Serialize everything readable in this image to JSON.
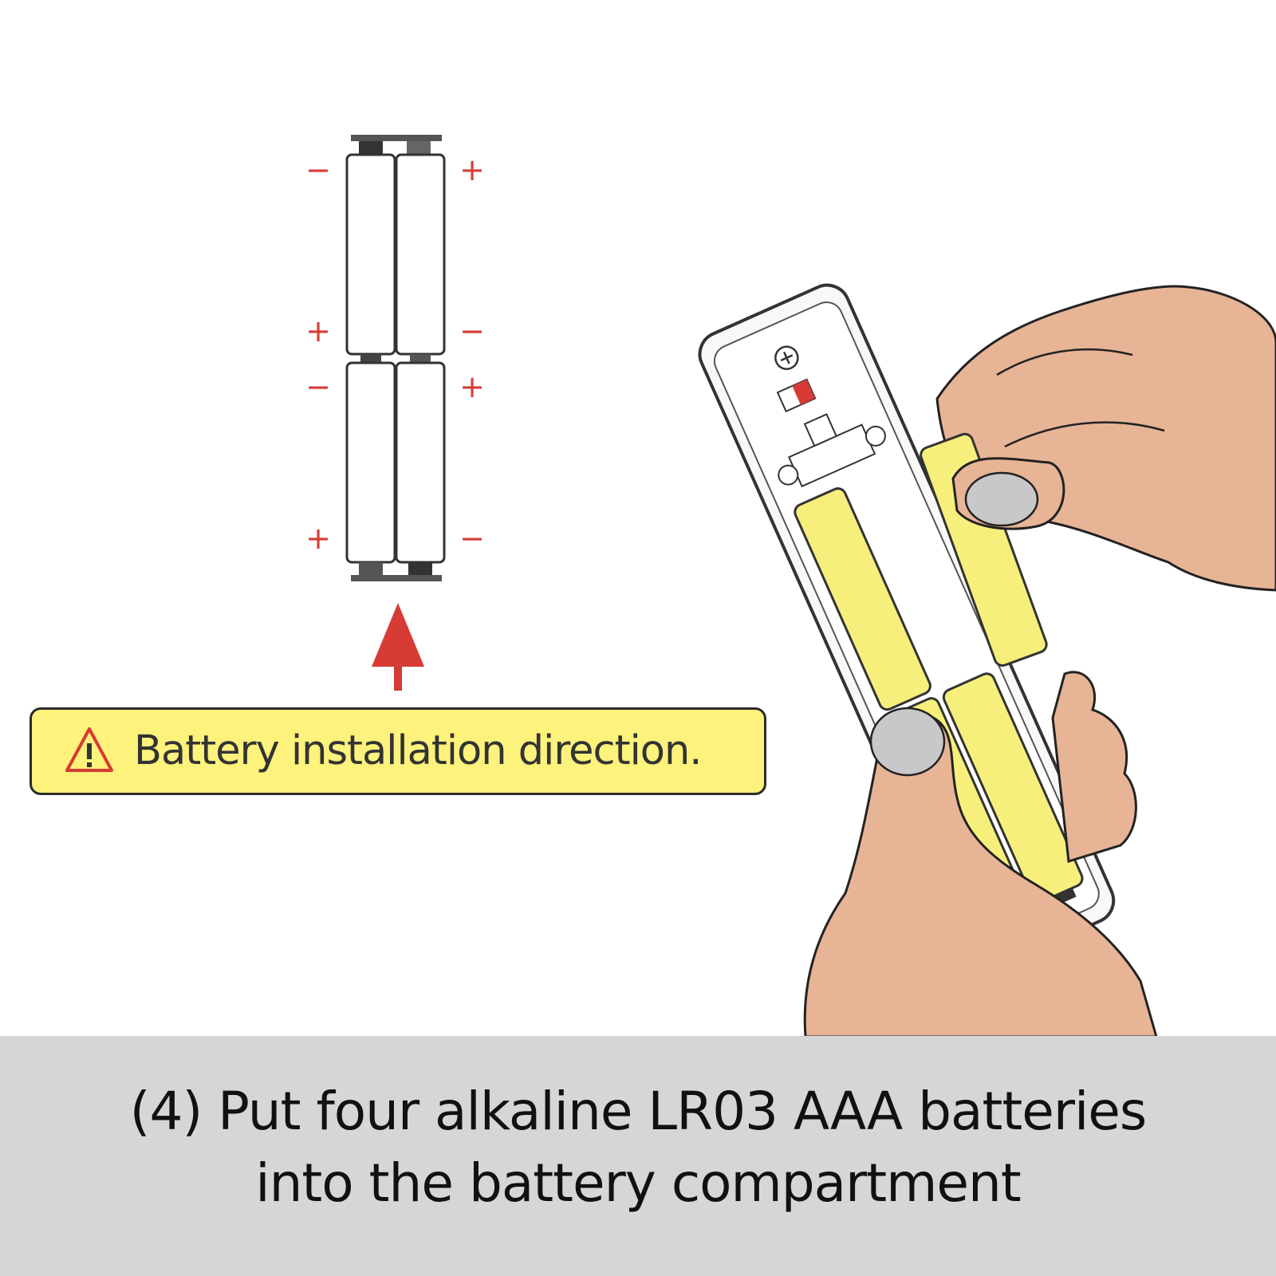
{
  "diagram": {
    "polarity_left": [
      "−",
      "+",
      "−",
      "+"
    ],
    "polarity_right": [
      "+",
      "−",
      "+",
      "−"
    ]
  },
  "warning": {
    "icon": "warning-triangle-icon",
    "text": "Battery installation direction."
  },
  "caption": {
    "line1": "(4) Put four alkaline LR03 AAA batteries",
    "line2": "into the battery compartment"
  },
  "colors": {
    "warning_fill": "#fcf27c",
    "arrow_red": "#d63b35",
    "battery_yellow": "#f6ef7c",
    "skin": "#e8b496",
    "nail": "#c8c8c8",
    "caption_bg": "#d6d6d6"
  }
}
